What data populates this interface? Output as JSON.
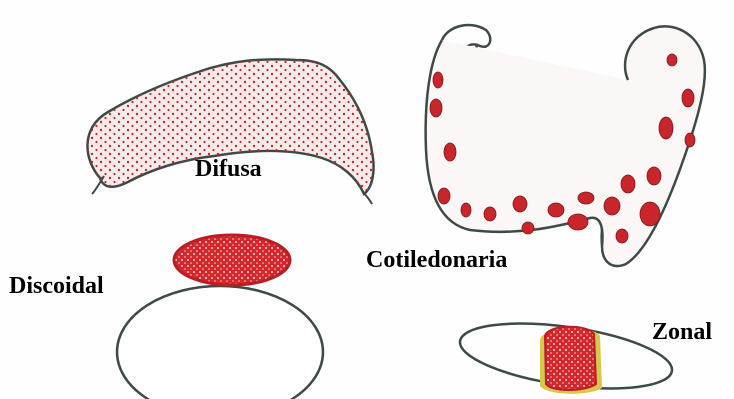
{
  "figure": {
    "labels": {
      "difusa": "Difusa",
      "cotiledonaria": "Cotiledonaria",
      "discoidal": "Discoidal",
      "zonal": "Zonal"
    },
    "colors": {
      "outline": "#3e4a44",
      "dots": "#c8262a",
      "fill_pale": "#f6eaea",
      "patch_red": "#d5282c",
      "band_yellow": "#d6c84a",
      "background": "#fefefe"
    }
  }
}
